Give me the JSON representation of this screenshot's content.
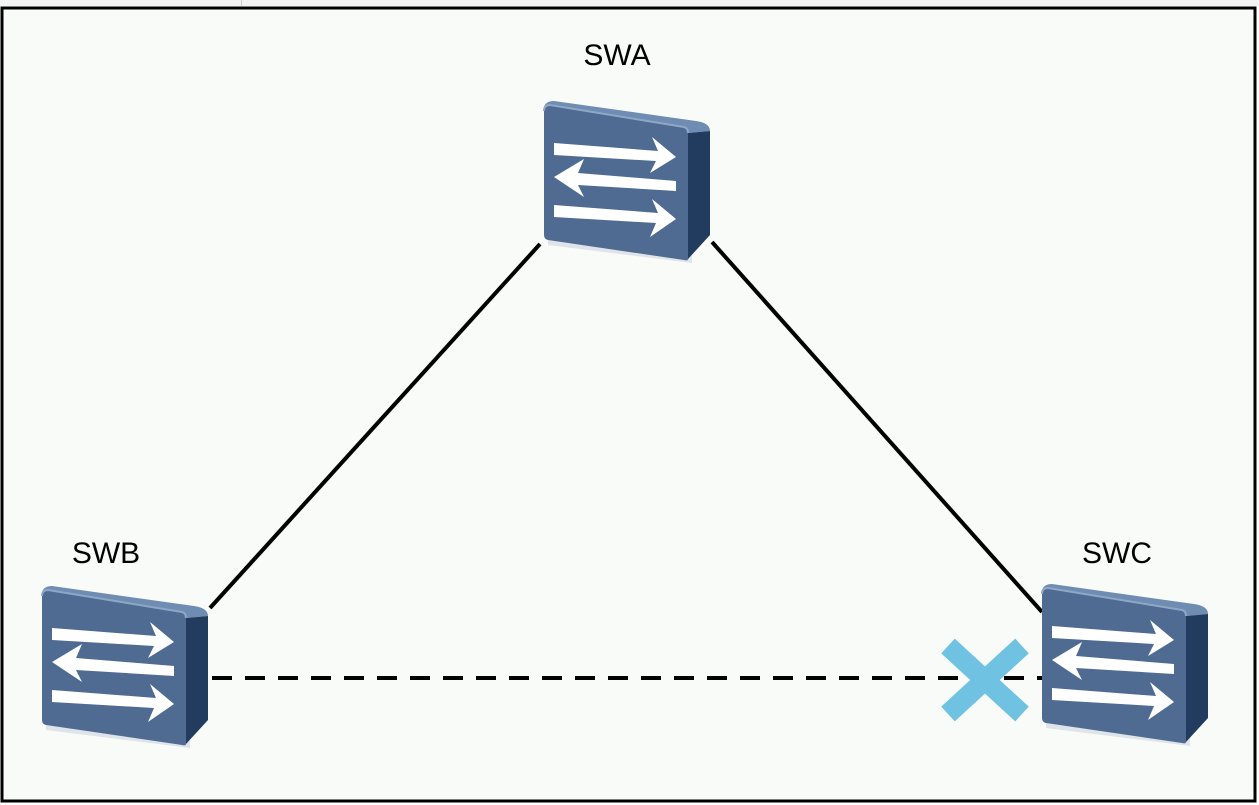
{
  "diagram": {
    "nodes": [
      {
        "id": "swa",
        "label": "SWA",
        "type": "switch"
      },
      {
        "id": "swb",
        "label": "SWB",
        "type": "switch"
      },
      {
        "id": "swc",
        "label": "SWC",
        "type": "switch"
      }
    ],
    "links": [
      {
        "from": "swa",
        "to": "swb",
        "style": "solid"
      },
      {
        "from": "swa",
        "to": "swc",
        "style": "solid"
      },
      {
        "from": "swb",
        "to": "swc",
        "style": "dashed",
        "blocked": true
      }
    ],
    "blocked_marker": {
      "icon": "x-cross-icon",
      "color": "#6fc2e2",
      "port_on": "swc"
    },
    "colors": {
      "background": "#f8fbf8",
      "border": "#000000",
      "switch_front": "#4f6b92",
      "switch_top": "#6f8cb2",
      "switch_side": "#223c5f",
      "arrow": "#ffffff",
      "link": "#000000"
    }
  }
}
